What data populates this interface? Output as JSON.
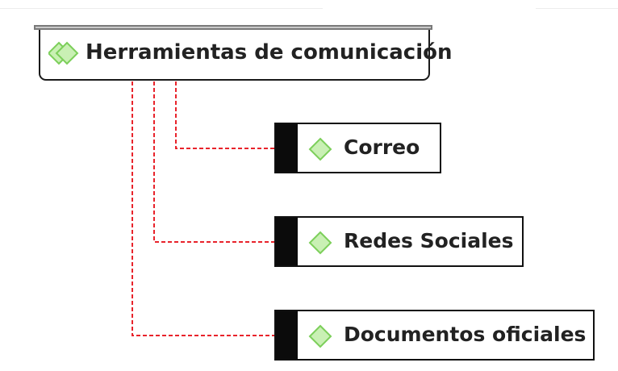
{
  "diagram": {
    "root": {
      "label": "Herramientas de comunicación",
      "icon": "double-diamond-icon"
    },
    "children": [
      {
        "label": "Correo",
        "icon": "diamond-icon"
      },
      {
        "label": "Redes Sociales",
        "icon": "diamond-icon"
      },
      {
        "label": "Documentos oficiales",
        "icon": "diamond-icon"
      }
    ],
    "colors": {
      "connector": "#e8232b",
      "icon_fill": "#c9f0b4",
      "icon_stroke": "#7ccf5a",
      "node_border": "#111111",
      "child_bar": "#0b0b0b"
    }
  }
}
